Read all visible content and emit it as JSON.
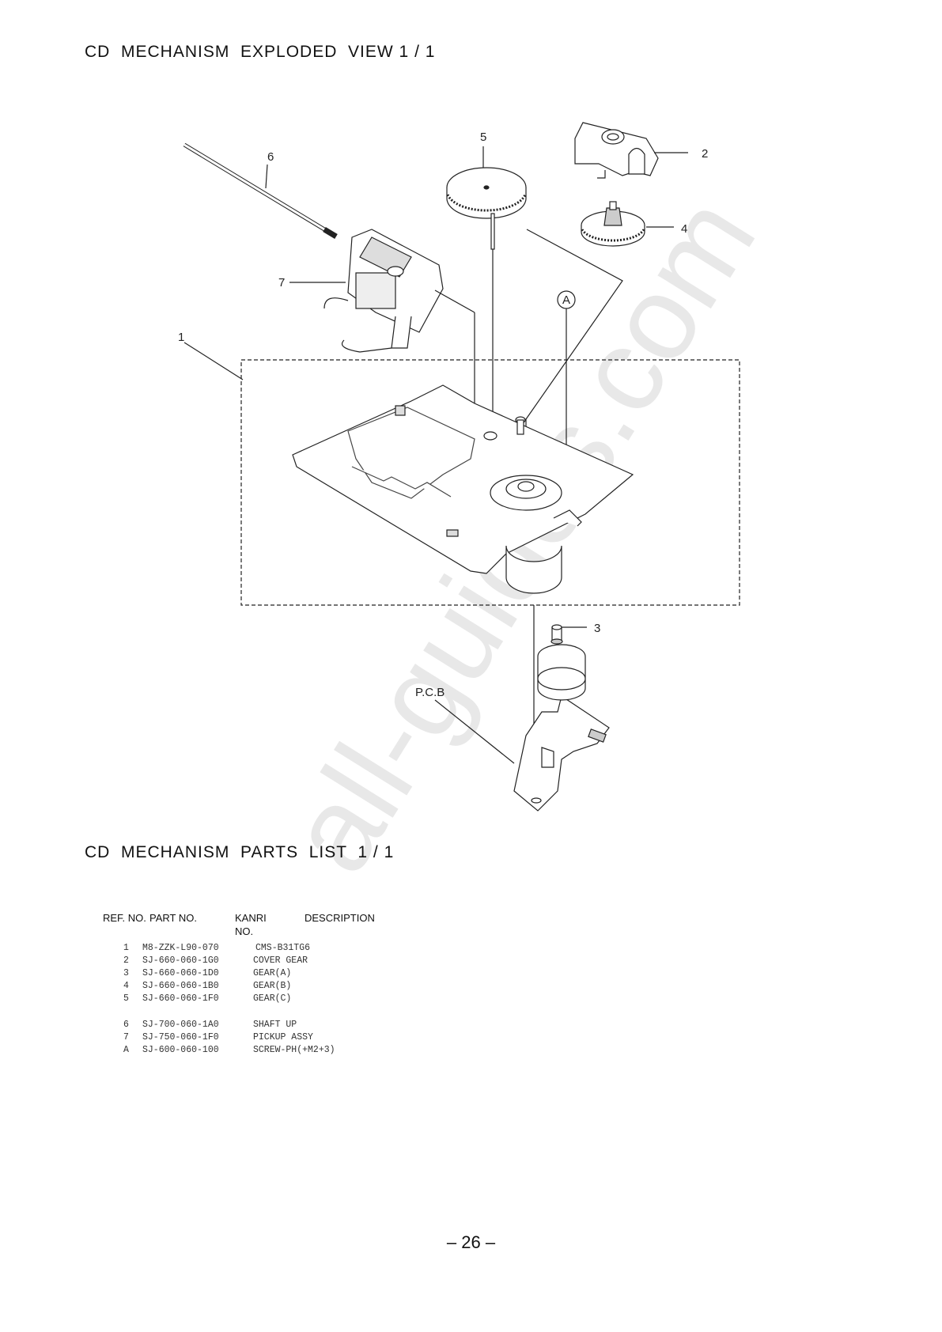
{
  "header": {
    "exploded_title": "CD  MECHANISM  EXPLODED  VIEW 1 / 1",
    "parts_title": "CD  MECHANISM  PARTS  LIST  1 / 1"
  },
  "diagram": {
    "callouts": {
      "c1": "1",
      "c2": "2",
      "c3": "3",
      "c4": "4",
      "c5": "5",
      "c6": "6",
      "c7": "7",
      "cA": "A",
      "pcb": "P.C.B"
    }
  },
  "parts_table": {
    "headers": {
      "ref": "REF. NO.",
      "part": "PART NO.",
      "kanri_line1": "KANRI",
      "kanri_line2": "NO.",
      "desc": "DESCRIPTION"
    },
    "rows": [
      {
        "ref": "1",
        "part": "M8-ZZK-L90-070",
        "desc": "CMS-B31TG6"
      },
      {
        "ref": "2",
        "part": "SJ-660-060-1G0",
        "desc": "COVER GEAR"
      },
      {
        "ref": "3",
        "part": "SJ-660-060-1D0",
        "desc": "GEAR(A)"
      },
      {
        "ref": "4",
        "part": "SJ-660-060-1B0",
        "desc": "GEAR(B)"
      },
      {
        "ref": "5",
        "part": "SJ-660-060-1F0",
        "desc": "GEAR(C)"
      },
      {
        "ref": "6",
        "part": "SJ-700-060-1A0",
        "desc": "SHAFT UP"
      },
      {
        "ref": "7",
        "part": "SJ-750-060-1F0",
        "desc": "PICKUP ASSY"
      },
      {
        "ref": "A",
        "part": "SJ-600-060-100",
        "desc": "SCREW-PH(+M2+3)"
      }
    ]
  },
  "footer": {
    "page_number": "– 26 –"
  },
  "watermark": "all-guides.com"
}
